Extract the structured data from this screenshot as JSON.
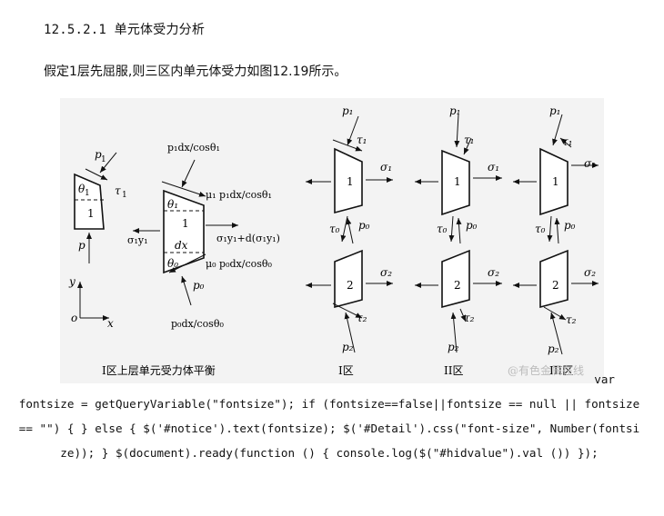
{
  "heading": "12.5.2.1 单元体受力分析",
  "paragraph": "假定1层先屈服,则三区内单元体受力如图12.19所示。",
  "figure": {
    "captions": {
      "zone_all": "I区上层单元受力体平衡",
      "zone1": "I区",
      "zone2": "II区",
      "zone3": "III区"
    },
    "watermark": "@有色金属在线",
    "left_element": {
      "p1": "p",
      "p1_sub": "1",
      "theta1": "θ",
      "theta1_sub": "1",
      "tau1": "τ",
      "tau1_sub": "1",
      "block": "1",
      "p": "p"
    },
    "axes": {
      "y": "y",
      "o": "o",
      "x": "x"
    },
    "mid_element": {
      "top_force": "p₁dx/cosθ₁",
      "mu_force": "μ₁ p₁dx/cosθ₁",
      "left_force": "σ₁y₁",
      "right_force": "σ₁y₁+d(σ₁y₁)",
      "theta1": "θ₁",
      "theta0": "θ₀",
      "block": "1",
      "dx": "dx",
      "mu0_force": "μ₀ p₀dx/cosθ₀",
      "p0": "p₀",
      "bottom_force": "p₀dx/cosθ₀"
    },
    "zone_labels": {
      "p1": "p₁",
      "tau1": "τ₁",
      "sigma1": "σ₁",
      "block1": "1",
      "tau0": "τ₀",
      "p0": "p₀",
      "sigma2": "σ₂",
      "block2": "2",
      "tau2": "τ₂",
      "p2": "p₂"
    }
  },
  "code": {
    "line_first": "var",
    "line_rest": "fontsize = getQueryVariable(\"fontsize\"); if (fontsize==false||fontsize == null || fontsize == \"\") { } else { $('#notice').text(fontsize); $('#Detail').css(\"font-size\", Number(fontsize)); } $(document).ready(function () { console.log($(\"#hidvalue\").val ()) });"
  }
}
